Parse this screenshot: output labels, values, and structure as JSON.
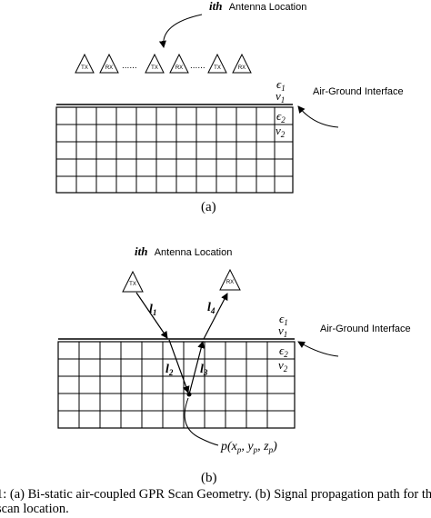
{
  "panel_a": {
    "antenna_label_math": "ith",
    "antenna_label_text": "Antenna Location",
    "antennas": [
      "TX",
      "RX",
      "TX",
      "RX",
      "TX",
      "RX"
    ],
    "dots": "......",
    "eps1": "ϵ",
    "eps1_sub": "1",
    "v1": "v",
    "v1_sub": "1",
    "eps2": "ϵ",
    "eps2_sub": "2",
    "v2": "v",
    "v2_sub": "2",
    "interface_label": "Air-Ground Interface",
    "panel_label": "(a)"
  },
  "panel_b": {
    "antenna_label_math": "ith",
    "antenna_label_text": "Antenna Location",
    "tx": "TX",
    "rx": "RX",
    "l1": "l",
    "l1_sub": "1",
    "l2": "l",
    "l2_sub": "2",
    "l3": "l",
    "l3_sub": "3",
    "l4": "l",
    "l4_sub": "4",
    "eps1": "ϵ",
    "eps1_sub": "1",
    "v1": "v",
    "v1_sub": "1",
    "eps2": "ϵ",
    "eps2_sub": "2",
    "v2": "v",
    "v2_sub": "2",
    "interface_label": "Air-Ground Interface",
    "point_label": "p(x",
    "point_label_p1": "p",
    "point_label_mid1": ", y",
    "point_label_p2": "p",
    "point_label_mid2": ", z",
    "point_label_p3": "p",
    "point_label_end": ")",
    "panel_label": "(b)"
  },
  "caption": {
    "line1": "1: (a) Bi-static air-coupled GPR Scan Geometry. (b) Signal propagation path for th",
    "line2": "scan location."
  }
}
